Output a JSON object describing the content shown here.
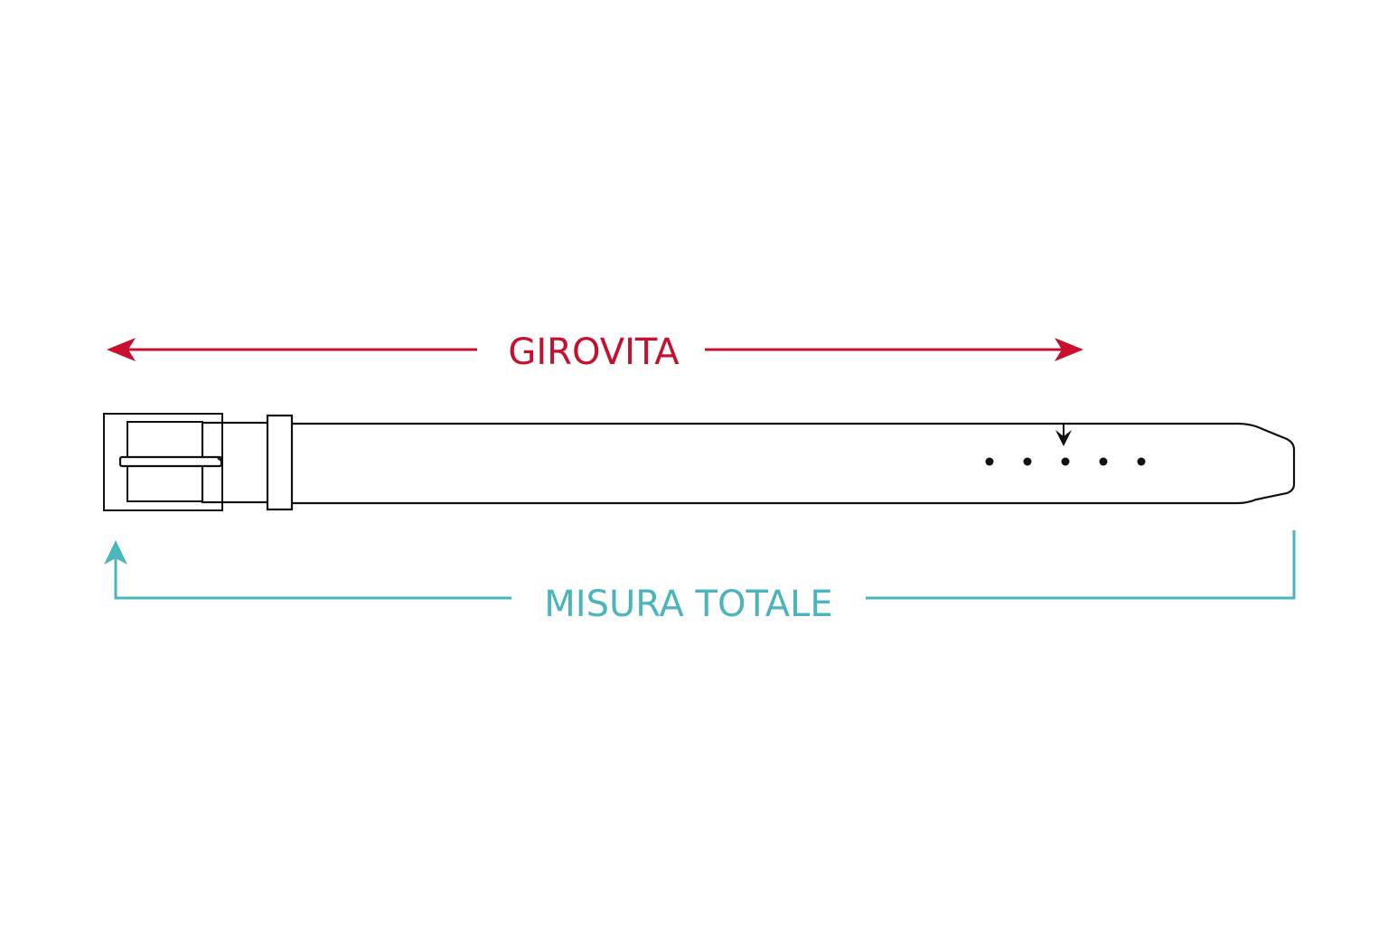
{
  "diagram": {
    "waist_label": "GIROVITA",
    "total_label": "MISURA TOTALE",
    "colors": {
      "waist": "#c8102e",
      "total": "#4ab5bd",
      "outline": "#111111",
      "background": "#ffffff"
    },
    "belt": {
      "hole_count": 5,
      "marked_hole_index": 2
    }
  }
}
